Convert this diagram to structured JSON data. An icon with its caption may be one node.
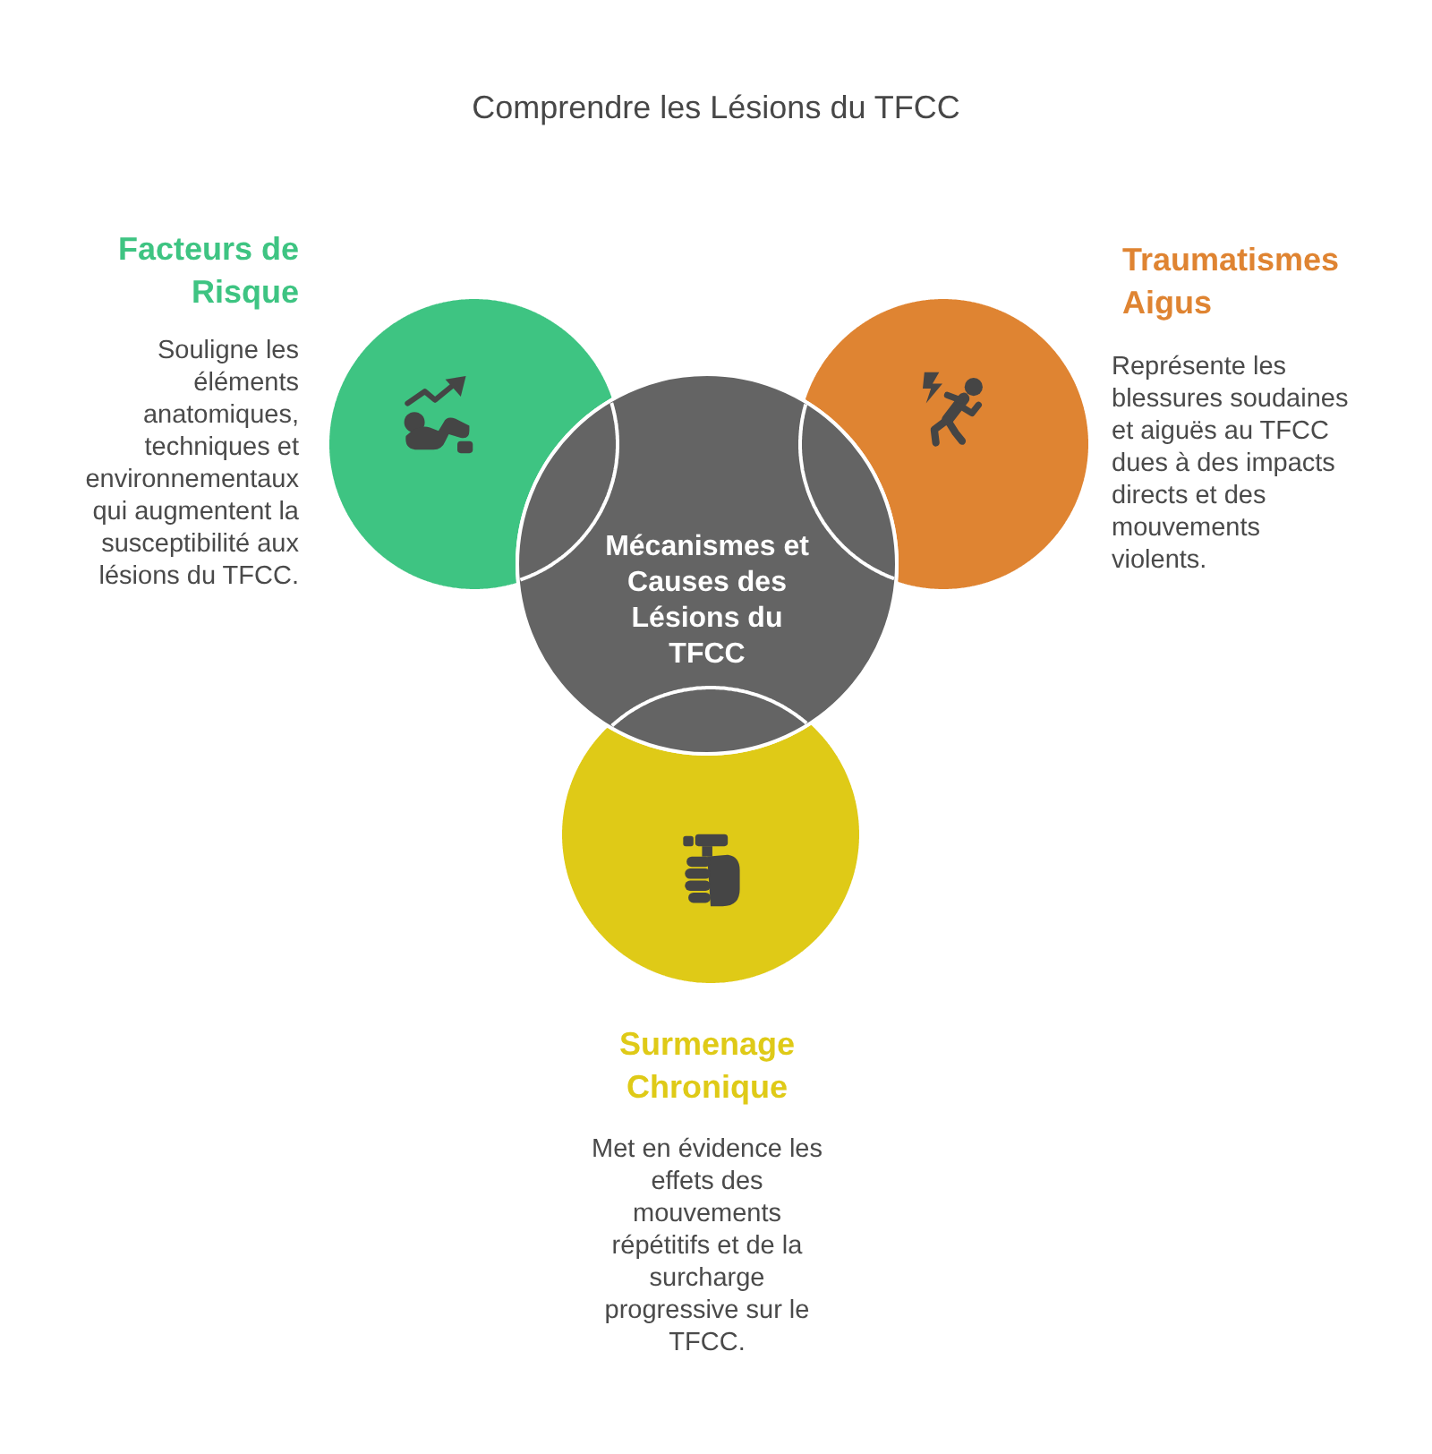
{
  "diagram": {
    "title": "Comprendre les Lésions du TFCC",
    "nodes": [
      {
        "text": [
          "Facteurs de Risque",
          "Souligne les éléments anatomiques, techniques et environnementaux qui augmentent la susceptibilité aux lésions du TFCC."
        ]
      },
      {
        "text": [
          "Traumatismes Aigus",
          "Représente les blessures soudaines et aiguës au TFCC dues à des impacts directs et des mouvements violents."
        ]
      },
      {
        "text": [
          "Mécanismes et Causes des Lésions du TFCC"
        ]
      },
      {
        "text": [
          "Surmenage Chronique",
          "Met en évidence les effets des mouvements répétitifs et de la surcharge progressive sur le TFCC."
        ]
      }
    ]
  }
}
